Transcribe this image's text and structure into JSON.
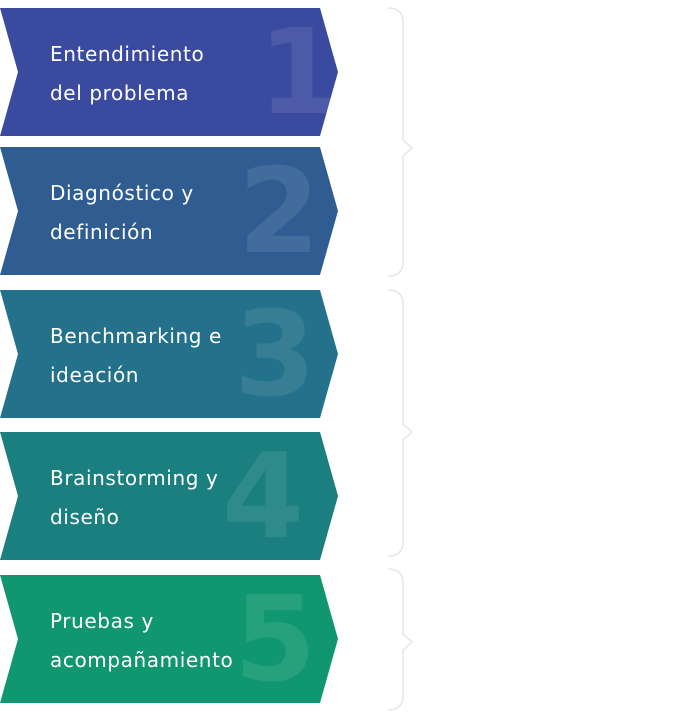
{
  "steps": [
    {
      "number": "1",
      "label": "Entendimiento\ndel problema",
      "color": "#3a4a9e"
    },
    {
      "number": "2",
      "label": "Diagnóstico y\ndefinición",
      "color": "#2f5d92"
    },
    {
      "number": "3",
      "label": "Benchmarking e\nideación",
      "color": "#23718a"
    },
    {
      "number": "4",
      "label": "Brainstorming y\ndiseño",
      "color": "#1a7f7e"
    },
    {
      "number": "5",
      "label": "Pruebas y\nacompañamiento",
      "color": "#11976f"
    }
  ],
  "bracket_color": "#e6e6e6"
}
